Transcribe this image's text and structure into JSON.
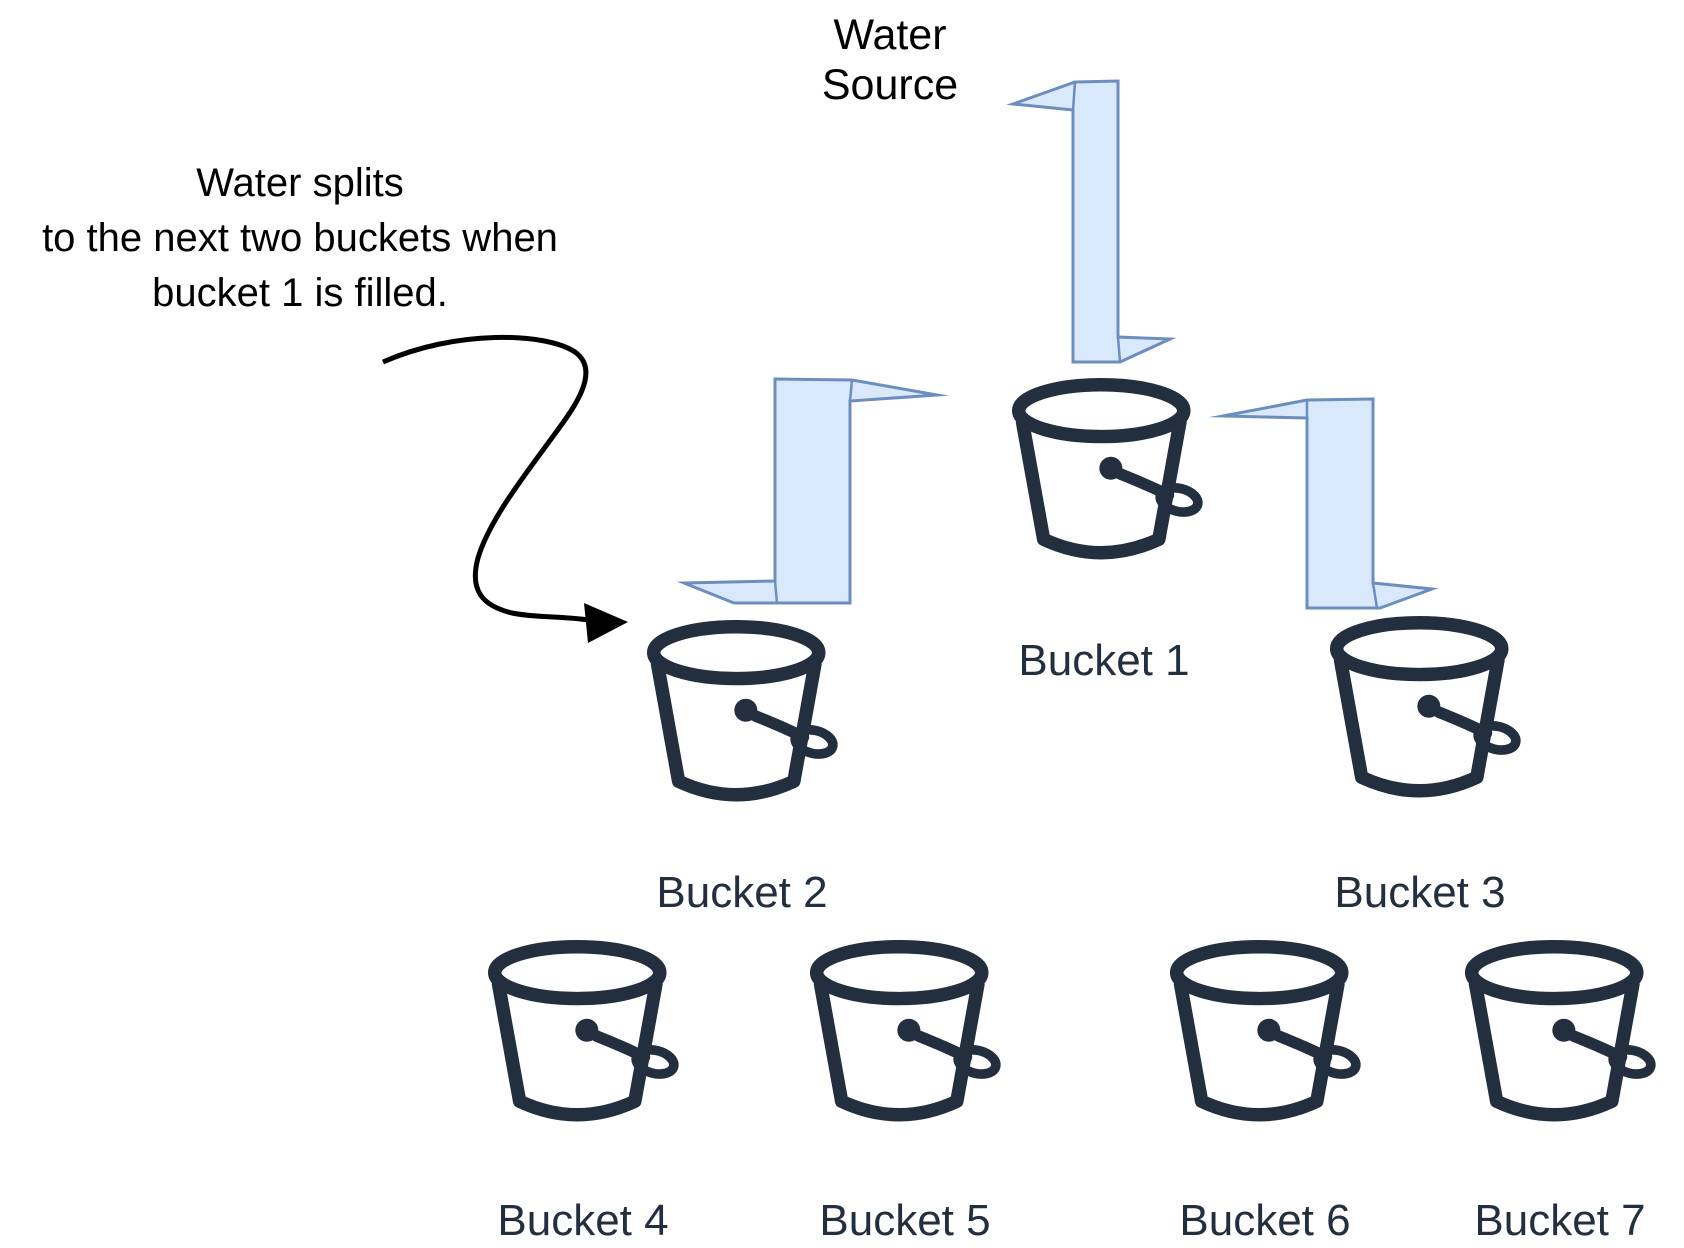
{
  "diagram": {
    "water_source": {
      "line1": "Water",
      "line2": "Source"
    },
    "annotation": {
      "line1": "Water splits",
      "line2": "to the next two buckets when",
      "line3": "bucket 1 is filled."
    },
    "buckets": [
      {
        "id": 1,
        "label": "Bucket 1"
      },
      {
        "id": 2,
        "label": "Bucket 2"
      },
      {
        "id": 3,
        "label": "Bucket 3"
      },
      {
        "id": 4,
        "label": "Bucket 4"
      },
      {
        "id": 5,
        "label": "Bucket 5"
      },
      {
        "id": 6,
        "label": "Bucket 6"
      },
      {
        "id": 7,
        "label": "Bucket 7"
      }
    ],
    "flows": [
      {
        "from": "Water Source",
        "to": "Bucket 1"
      },
      {
        "from": "Bucket 1",
        "to": "Bucket 2"
      },
      {
        "from": "Bucket 1",
        "to": "Bucket 3"
      }
    ],
    "colors": {
      "background": "#FFFFFF",
      "bucket_outline": "#232F3E",
      "label_text": "#232F3E",
      "heading_text": "#000000",
      "flow_arrow_fill": "#DAE8FC",
      "flow_arrow_stroke": "#6C8EBF",
      "annotation_arrow": "#000000"
    }
  }
}
